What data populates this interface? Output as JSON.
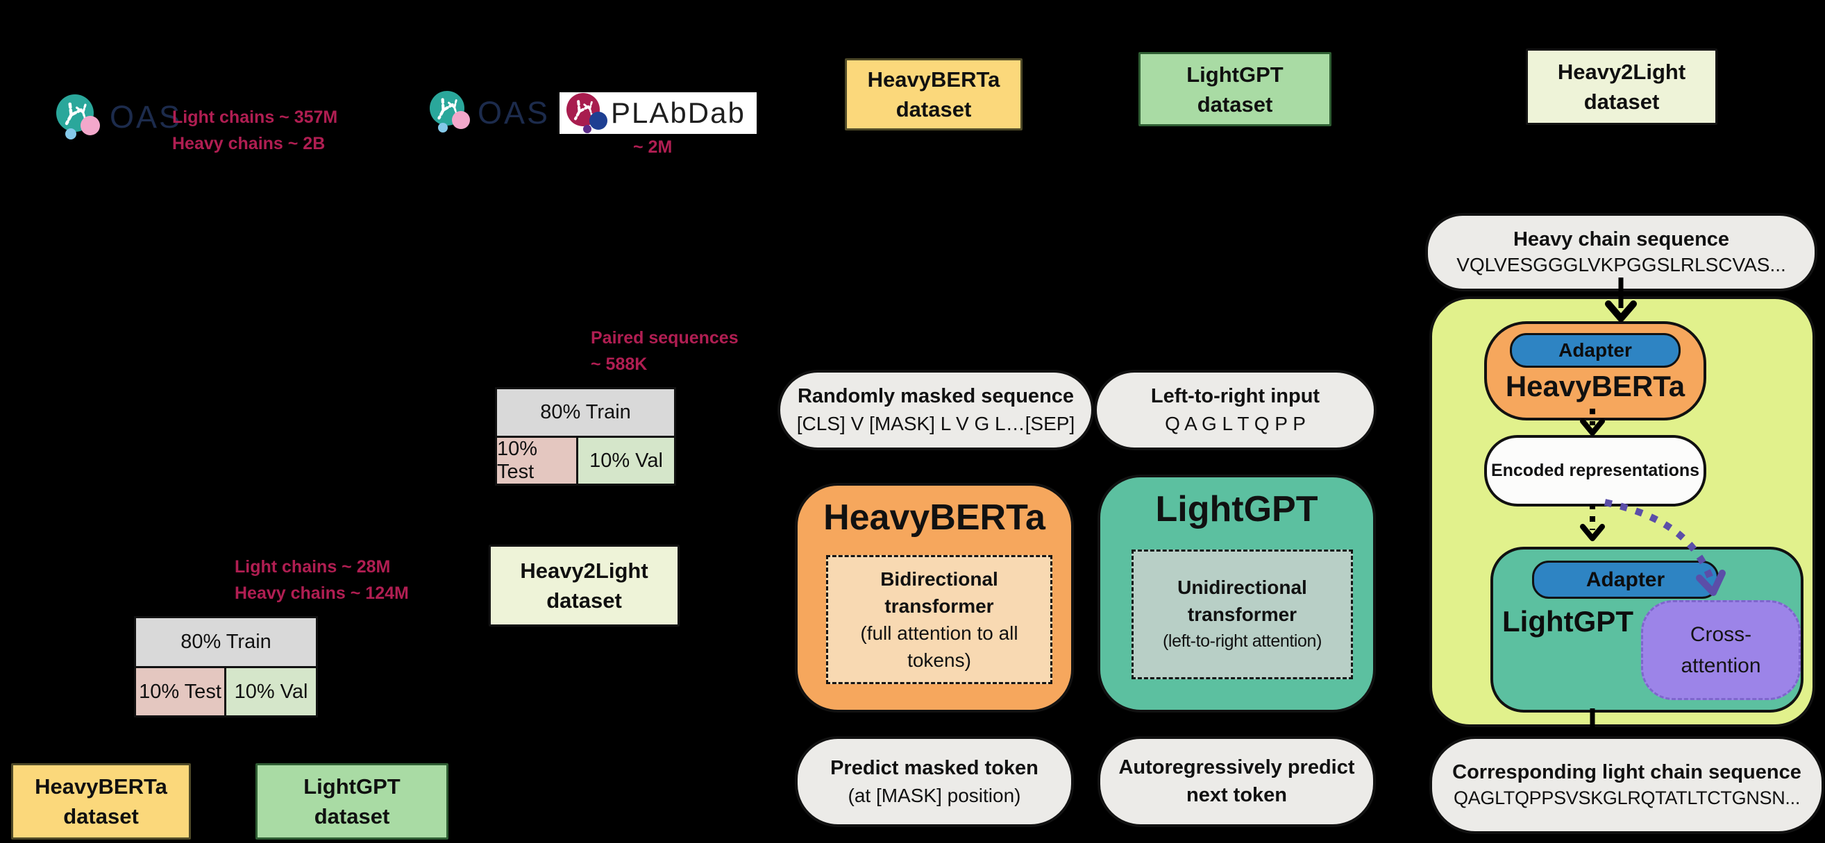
{
  "palette": {
    "background": "#000000",
    "crimson_text": "#b01e52",
    "oas_navy": "#1c2b4c",
    "oas_teal_circle": "#2aa79b",
    "oas_pink_circle": "#f3a8cb",
    "plabdab_crimson_circle": "#a81d4e",
    "plabdab_navy_circle": "#1e3f92",
    "yellow_box": "#fbd87b",
    "green_box": "#a9dba4",
    "pale_box": "#eef3d8",
    "train_gray_cell": "#d9d9d9",
    "test_pink_cell": "#e4c7c0",
    "val_green_cell": "#d5e6ca",
    "orange_model": "#f6a75d",
    "peach_inner": "#f8d9b2",
    "teal_model": "#5cc0a0",
    "teal_inner": "#b8cfc6",
    "lime_panel": "#e1f18c",
    "blue_adapter": "#2e84c3",
    "purple_cross": "#9c84e8",
    "purple_arrow": "#5b4ea8",
    "gray_pill": "#ecebe8"
  },
  "sources": {
    "oas": {
      "name": "OAS",
      "stats": {
        "light": "Light chains ~ 357M",
        "heavy": "Heavy chains ~ 2B"
      }
    },
    "paired": {
      "oas_name": "OAS",
      "plabdab_name": "PLAbDab",
      "count": "~ 2M",
      "paired_label": "Paired sequences",
      "paired_count": "~ 588K"
    },
    "unpaired_stats": {
      "light": "Light chains ~ 28M",
      "heavy": "Heavy chains ~ 124M"
    }
  },
  "split_table": {
    "train": "80% Train",
    "test": "10% Test",
    "val": "10% Val"
  },
  "datasets": {
    "heavyberta": {
      "line1": "HeavyBERTa",
      "line2": "dataset"
    },
    "lightgpt": {
      "line1": "LightGPT",
      "line2": "dataset"
    },
    "heavy2light": {
      "line1": "Heavy2Light",
      "line2": "dataset"
    }
  },
  "heavyberta_model": {
    "title": "HeavyBERTa",
    "input_title": "Randomly masked sequence",
    "input_seq": "[CLS] V [MASK] L V G L…[SEP]",
    "arch_bold": "Bidirectional transformer",
    "arch_note": "(full attention to all tokens)",
    "objective_line1": "Predict masked token",
    "objective_line2": "(at [MASK] position)"
  },
  "lightgpt_model": {
    "title": "LightGPT",
    "input_title": "Left-to-right input",
    "input_seq": "Q A G L T Q P P",
    "arch_bold": "Unidirectional transformer",
    "arch_note": "(left-to-right attention)",
    "objective_line1": "Autoregressively predict",
    "objective_line2": "next token"
  },
  "heavy2light_model": {
    "input_title": "Heavy chain sequence",
    "input_seq": "VQLVESGGGLVKPGGSLRLSCVAS...",
    "encoder_adapter": "Adapter",
    "encoder_name": "HeavyBERTa",
    "encoded": "Encoded representations",
    "decoder_adapter": "Adapter",
    "decoder_name": "LightGPT",
    "cross_line1": "Cross-",
    "cross_line2": "attention",
    "output_title": "Corresponding light chain sequence",
    "output_seq": "QAGLTQPPSVSKGLRQTATLTCTGNSN..."
  }
}
